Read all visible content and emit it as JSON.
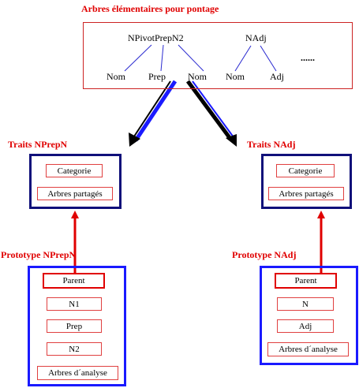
{
  "titles": {
    "main": "Arbres élémentaires pour pontage",
    "traits_left": "Traits NPrepN",
    "traits_right": "Traits NAdj",
    "proto_left": "Prototype NPrepN",
    "proto_right": "Prototype NAdj"
  },
  "tree": {
    "root_left": "NPivotPrepN2",
    "root_right": "NAdj",
    "leaf_nom1": "Nom",
    "leaf_prep": "Prep",
    "leaf_nom2": "Nom",
    "leaf_nom3": "Nom",
    "leaf_adj": "Adj",
    "ellipsis": "......"
  },
  "traits_left": {
    "field1": "Categorie",
    "field2": "Arbres partagés"
  },
  "traits_right": {
    "field1": "Categorie",
    "field2": "Arbres partagés"
  },
  "proto_left": {
    "parent": "Parent",
    "f1": "N1",
    "f2": "Prep",
    "f3": "N2",
    "f4": "Arbres d´analyse"
  },
  "proto_right": {
    "parent": "Parent",
    "f1": "N",
    "f2": "Adj",
    "f3": "Arbres d´analyse"
  },
  "colors": {
    "red": "#e00000",
    "navy": "#10107a",
    "blue": "#1a1aff",
    "tree_line": "#2a2ad0"
  }
}
